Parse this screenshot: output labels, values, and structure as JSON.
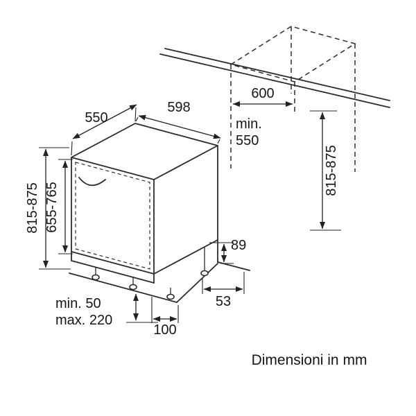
{
  "diagram": {
    "caption": "Dimensioni in mm",
    "dims": {
      "appliance_depth_top": "550",
      "appliance_width_top": "598",
      "niche_width": "600",
      "niche_depth_line1": "min.",
      "niche_depth_line2": "550",
      "niche_height_left": "815-875",
      "door_panel_height": "655-765",
      "niche_height_right": "815-875",
      "rear_recess_height": "89",
      "rear_floor_offset": "53",
      "base_recess_depth": "100",
      "plinth_min": "min. 50",
      "plinth_max": "max. 220"
    },
    "colors": {
      "line": "#2b2b2b",
      "text": "#161616",
      "background": "#ffffff"
    }
  }
}
